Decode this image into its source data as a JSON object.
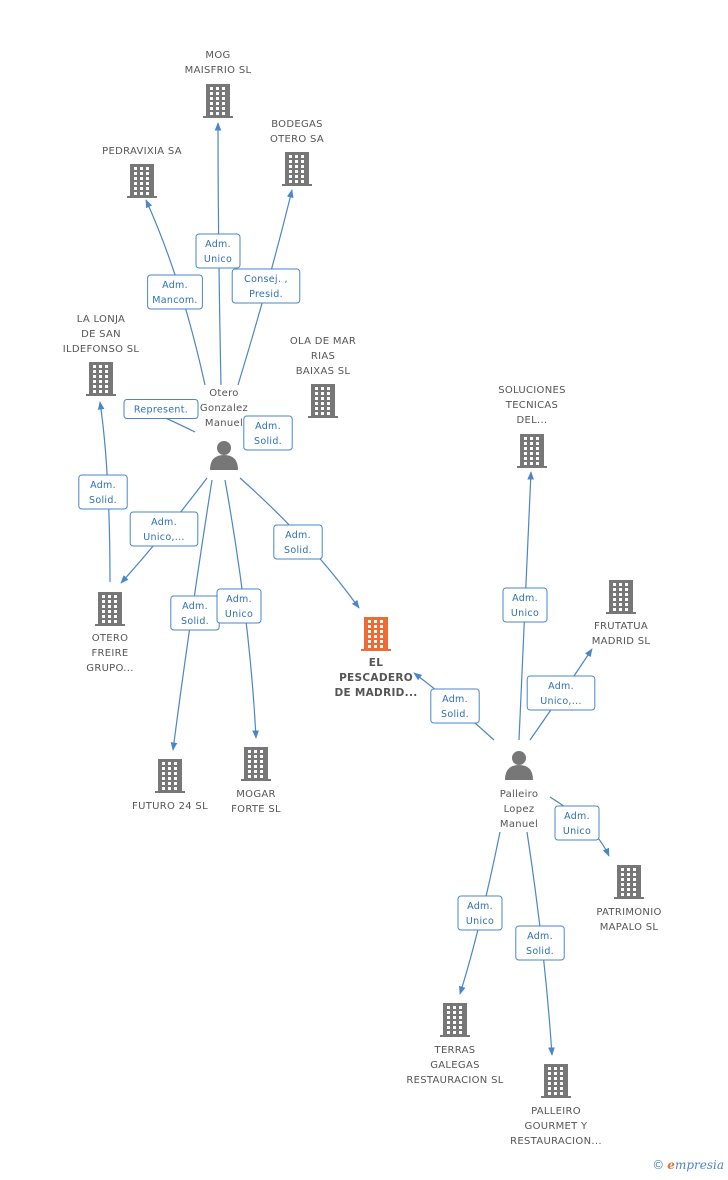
{
  "colors": {
    "company": "#777777",
    "company_main": "#f06a36",
    "person": "#777777",
    "edge": "#4a86c8"
  },
  "nodes": [
    {
      "id": "mog",
      "kind": "company",
      "lines": [
        "MOG",
        "MAISFRIO SL"
      ]
    },
    {
      "id": "bodegas",
      "kind": "company",
      "lines": [
        "BODEGAS",
        "OTERO SA"
      ]
    },
    {
      "id": "pedravixia",
      "kind": "company",
      "lines": [
        "PEDRAVIXIA SA"
      ]
    },
    {
      "id": "lonja",
      "kind": "company",
      "lines": [
        "LA LONJA",
        "DE SAN",
        "ILDEFONSO SL"
      ]
    },
    {
      "id": "olamar",
      "kind": "company",
      "lines": [
        "OLA DE MAR",
        "RIAS",
        "BAIXAS SL"
      ]
    },
    {
      "id": "otero",
      "kind": "person",
      "lines": [
        "Otero",
        "Gonzalez",
        "Manuel"
      ]
    },
    {
      "id": "soluciones",
      "kind": "company",
      "lines": [
        "SOLUCIONES",
        "TECNICAS",
        "DEL..."
      ]
    },
    {
      "id": "frutatua",
      "kind": "company",
      "lines": [
        "FRUTATUA",
        "MADRID SL"
      ]
    },
    {
      "id": "oterofreire",
      "kind": "company",
      "lines": [
        "OTERO",
        "FREIRE",
        "GRUPO..."
      ]
    },
    {
      "id": "pescadero",
      "kind": "company_main",
      "lines": [
        "EL",
        "PESCADERO",
        "DE MADRID..."
      ]
    },
    {
      "id": "futuro",
      "kind": "company",
      "lines": [
        "FUTURO 24 SL"
      ]
    },
    {
      "id": "mogar",
      "kind": "company",
      "lines": [
        "MOGAR",
        "FORTE SL"
      ]
    },
    {
      "id": "palleiro",
      "kind": "person",
      "lines": [
        "Palleiro",
        "Lopez",
        "Manuel"
      ]
    },
    {
      "id": "patrimonio",
      "kind": "company",
      "lines": [
        "PATRIMONIO",
        "MAPALO SL"
      ]
    },
    {
      "id": "terras",
      "kind": "company",
      "lines": [
        "TERRAS",
        "GALEGAS",
        "RESTAURACION SL"
      ]
    },
    {
      "id": "palleirogourmet",
      "kind": "company",
      "lines": [
        "PALLEIRO",
        "GOURMET Y",
        "RESTAURACION..."
      ]
    }
  ],
  "relations": [
    {
      "from": "otero",
      "to": "mog",
      "lines": [
        "Adm.",
        "Unico"
      ]
    },
    {
      "from": "otero",
      "to": "pedravixia",
      "lines": [
        "Adm.",
        "Mancom."
      ]
    },
    {
      "from": "otero",
      "to": "bodegas",
      "lines": [
        "Consej. ,",
        "Presid."
      ]
    },
    {
      "from": "otero",
      "to": "lonja",
      "lines": [
        "Represent."
      ]
    },
    {
      "from": "otero",
      "to": "olamar",
      "lines": [
        "Adm.",
        "Solid."
      ]
    },
    {
      "from": "otero",
      "to": "lonja",
      "lines": [
        "Adm.",
        "Solid."
      ]
    },
    {
      "from": "otero",
      "to": "oterofreire",
      "lines": [
        "Adm.",
        "Unico,..."
      ]
    },
    {
      "from": "otero",
      "to": "pescadero",
      "lines": [
        "Adm.",
        "Solid."
      ]
    },
    {
      "from": "otero",
      "to": "futuro",
      "lines": [
        "Adm.",
        "Solid."
      ]
    },
    {
      "from": "otero",
      "to": "mogar",
      "lines": [
        "Adm.",
        "Unico"
      ]
    },
    {
      "from": "palleiro",
      "to": "soluciones",
      "lines": [
        "Adm.",
        "Unico"
      ]
    },
    {
      "from": "palleiro",
      "to": "frutatua",
      "lines": [
        "Adm.",
        "Unico,..."
      ]
    },
    {
      "from": "palleiro",
      "to": "pescadero",
      "lines": [
        "Adm.",
        "Solid."
      ]
    },
    {
      "from": "palleiro",
      "to": "patrimonio",
      "lines": [
        "Adm.",
        "Unico"
      ]
    },
    {
      "from": "palleiro",
      "to": "terras",
      "lines": [
        "Adm.",
        "Unico"
      ]
    },
    {
      "from": "palleiro",
      "to": "palleirogourmet",
      "lines": [
        "Adm.",
        "Solid."
      ]
    }
  ],
  "footer": {
    "copyright": "©",
    "brand_first": "e",
    "brand_rest": "mpresia"
  }
}
